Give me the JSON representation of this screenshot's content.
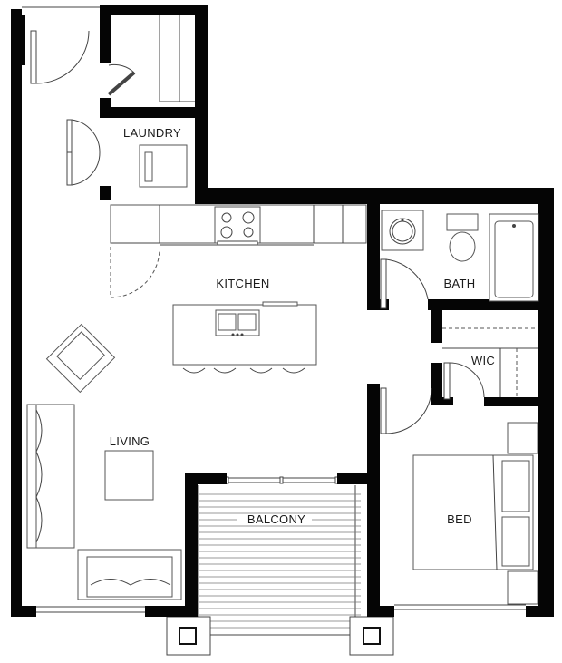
{
  "rooms": {
    "laundry": "LAUNDRY",
    "kitchen": "KITCHEN",
    "bath": "BATH",
    "wic": "WIC",
    "living": "LIVING",
    "balcony": "BALCONY",
    "bed": "BED"
  }
}
